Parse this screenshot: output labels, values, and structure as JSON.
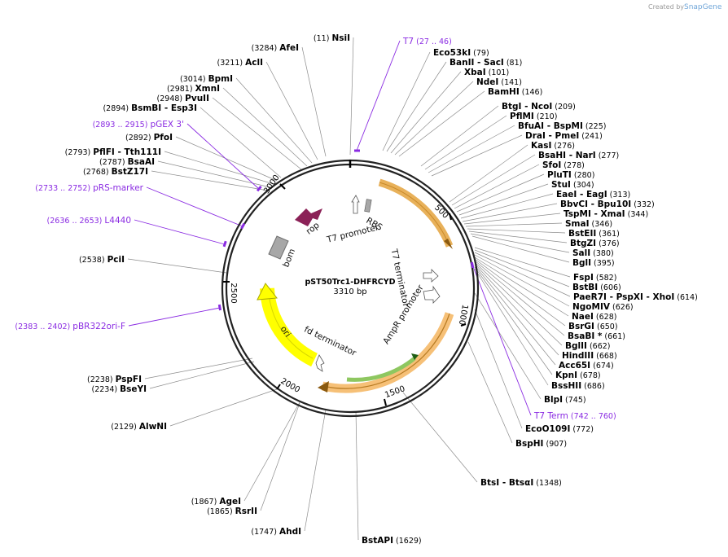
{
  "plasmid": {
    "name": "pST50Trc1-DHFRCYD",
    "length": "3310 bp"
  },
  "credit": {
    "created_by": "Created by",
    "brand": "SnapGene"
  },
  "ticks": [
    "500",
    "1000",
    "1500",
    "2000",
    "2500",
    "3000"
  ],
  "features": {
    "rbs": "RBS",
    "t7_promoter": "T7 promoter",
    "rop": "rop",
    "bom": "bom",
    "t7_terminator": "T7 terminator",
    "ampr_promoter": "AmpR promoter",
    "fd_terminator": "fd terminator",
    "ori": "ori"
  },
  "sites": [
    {
      "name": "NsiI",
      "pos": "(11)"
    },
    {
      "name": "AfeI",
      "pos": "(3284)"
    },
    {
      "name": "AclI",
      "pos": "(3211)"
    },
    {
      "name": "BpmI",
      "pos": "(3014)"
    },
    {
      "name": "XmnI",
      "pos": "(2981)"
    },
    {
      "name": "PvuII",
      "pos": "(2948)"
    },
    {
      "name": "BsmBI  -  Esp3I",
      "pos": "(2894)"
    },
    {
      "name": "PfoI",
      "pos": "(2892)"
    },
    {
      "name": "PflFI  -  Tth111I",
      "pos": "(2793)"
    },
    {
      "name": "BsaAI",
      "pos": "(2787)"
    },
    {
      "name": "BstZ17I",
      "pos": "(2768)"
    },
    {
      "name": "PciI",
      "pos": "(2538)"
    },
    {
      "name": "PspFI",
      "pos": "(2238)"
    },
    {
      "name": "BseYI",
      "pos": "(2234)"
    },
    {
      "name": "AlwNI",
      "pos": "(2129)"
    },
    {
      "name": "AgeI",
      "pos": "(1867)"
    },
    {
      "name": "RsrII",
      "pos": "(1865)"
    },
    {
      "name": "AhdI",
      "pos": "(1747)"
    },
    {
      "name": "BstAPI",
      "pos": "(1629)"
    },
    {
      "name": "BtsI  -  BtsαI",
      "pos": "(1348)"
    },
    {
      "name": "BspHI",
      "pos": "(907)"
    },
    {
      "name": "EcoO109I",
      "pos": "(772)"
    },
    {
      "name": "BlpI",
      "pos": "(745)"
    },
    {
      "name": "BssHII",
      "pos": "(686)"
    },
    {
      "name": "KpnI",
      "pos": "(678)"
    },
    {
      "name": "Acc65I",
      "pos": "(674)"
    },
    {
      "name": "HindIII",
      "pos": "(668)"
    },
    {
      "name": "BglII",
      "pos": "(662)"
    },
    {
      "name": "BsaBI *",
      "pos": "(661)"
    },
    {
      "name": "BsrGI",
      "pos": "(650)"
    },
    {
      "name": "NaeI",
      "pos": "(628)"
    },
    {
      "name": "NgoMIV",
      "pos": "(626)"
    },
    {
      "name": "PaeR7I  -  PspXI  -  XhoI",
      "pos": "(614)"
    },
    {
      "name": "BstBI",
      "pos": "(606)"
    },
    {
      "name": "FspI",
      "pos": "(582)"
    },
    {
      "name": "BglI",
      "pos": "(395)"
    },
    {
      "name": "SalI",
      "pos": "(380)"
    },
    {
      "name": "BtgZI",
      "pos": "(376)"
    },
    {
      "name": "BstEII",
      "pos": "(361)"
    },
    {
      "name": "SmaI",
      "pos": "(346)"
    },
    {
      "name": "TspMI  -  XmaI",
      "pos": "(344)"
    },
    {
      "name": "BbvCI  -  Bpu10I",
      "pos": "(332)"
    },
    {
      "name": "EaeI  -  EagI",
      "pos": "(313)"
    },
    {
      "name": "StuI",
      "pos": "(304)"
    },
    {
      "name": "PluTI",
      "pos": "(280)"
    },
    {
      "name": "SfoI",
      "pos": "(278)"
    },
    {
      "name": "BsaHI  -  NarI",
      "pos": "(277)"
    },
    {
      "name": "KasI",
      "pos": "(276)"
    },
    {
      "name": "DraI  -  PmeI",
      "pos": "(241)"
    },
    {
      "name": "BfuAI  -  BspMI",
      "pos": "(225)"
    },
    {
      "name": "PflMI",
      "pos": "(210)"
    },
    {
      "name": "BtgI  -  NcoI",
      "pos": "(209)"
    },
    {
      "name": "BamHI",
      "pos": "(146)"
    },
    {
      "name": "NdeI",
      "pos": "(141)"
    },
    {
      "name": "XbaI",
      "pos": "(101)"
    },
    {
      "name": "BanII  -  SacI",
      "pos": "(81)"
    },
    {
      "name": "Eco53kI",
      "pos": "(79)"
    }
  ],
  "primers": [
    {
      "name": "T7",
      "pos": "(27 .. 46)"
    },
    {
      "name": "pGEX 3'",
      "pos": "(2893 .. 2915)"
    },
    {
      "name": "pRS-marker",
      "pos": "(2733 .. 2752)"
    },
    {
      "name": "L4440",
      "pos": "(2636 .. 2653)"
    },
    {
      "name": "pBR322ori-F",
      "pos": "(2383 .. 2402)"
    },
    {
      "name": "T7 Term",
      "pos": "(742 .. 760)"
    }
  ],
  "colors": {
    "primer": "#8a2be2",
    "ampr": "#f6c077",
    "ori": "#ffff00",
    "rop": "#8b2157",
    "promoter": "#8ec760"
  }
}
